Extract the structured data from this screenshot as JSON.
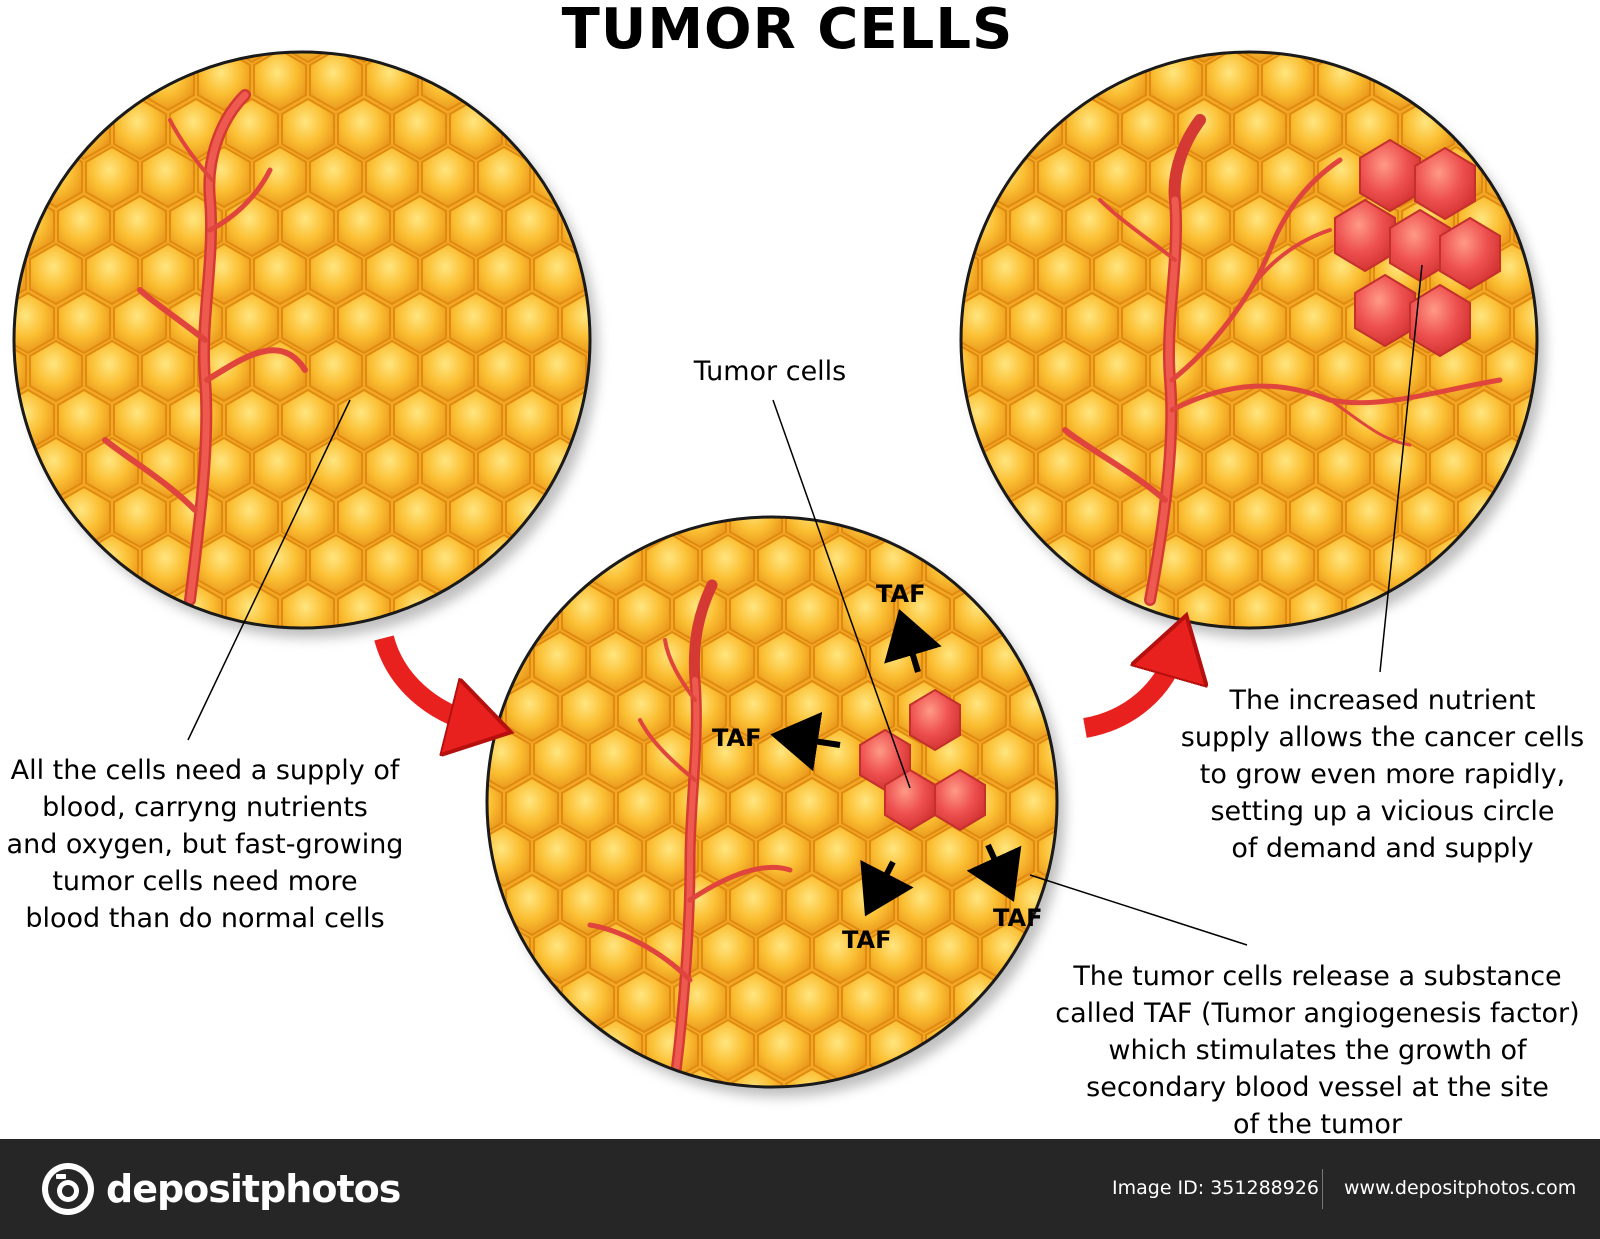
{
  "title": "TUMOR CELLS",
  "labels": {
    "tumor_cells": "Tumor cells",
    "taf_up": "TAF",
    "taf_left": "TAF",
    "taf_down_left": "TAF",
    "taf_down_right": "TAF"
  },
  "captions": {
    "left": [
      "All the cells need a supply of",
      "blood, carryng nutrients",
      "and oxygen, but fast-growing",
      "tumor cells need more",
      "blood than do normal cells"
    ],
    "right": [
      "The increased nutrient",
      "supply allows the cancer cells",
      "to grow even more rapidly,",
      "setting up a vicious circle",
      "of demand and supply"
    ],
    "bottom": [
      "The tumor cells release a substance",
      "called TAF (Tumor angiogenesis factor)",
      "which stimulates the growth of",
      "secondary blood vessel at the site",
      "of the tumor"
    ]
  },
  "colors": {
    "cell_fill": "#f7b62b",
    "cell_highlight": "#ffe37a",
    "cell_edge": "#e08a12",
    "circle_border": "#1a1a1a",
    "vessel": "#e0453d",
    "tumor": "#e84a4a",
    "arrow_red": "#e8201e",
    "footer_bg": "#262626"
  },
  "footer": {
    "brand": "depositphotos",
    "image_id": "Image ID: 351288926",
    "site_url": "www.depositphotos.com"
  }
}
